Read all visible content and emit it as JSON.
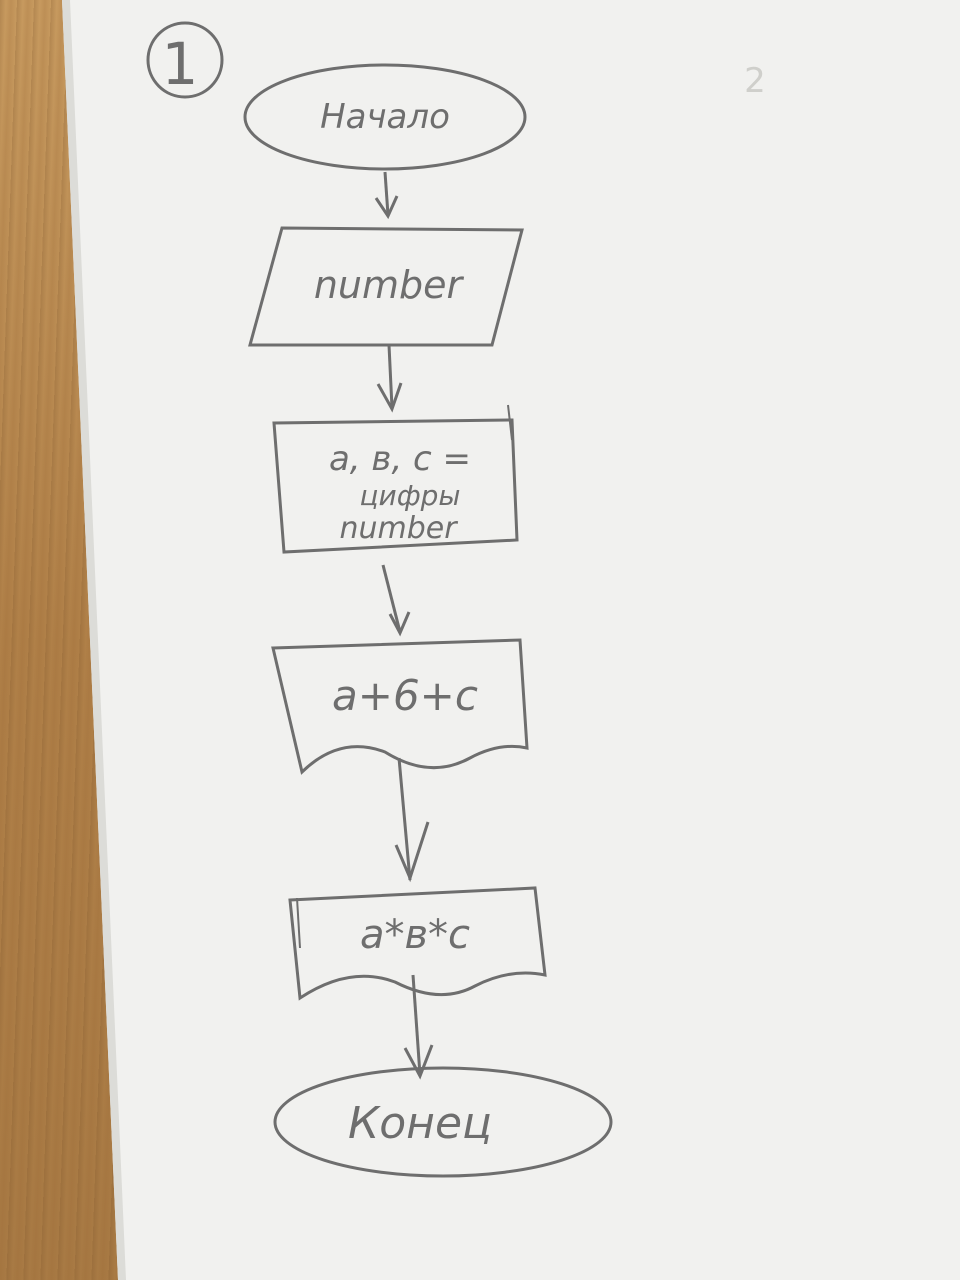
{
  "diagram": {
    "page_number": "1",
    "faint_page_number": "2",
    "nodes": {
      "start": "Начало",
      "input": "number",
      "process_line1": "a, в, c =",
      "process_line2": "цифры",
      "process_line3": "number",
      "output_sum": "a+6+c",
      "output_product": "a*в*c",
      "end": "Конец"
    }
  },
  "colors": {
    "paper": "#f1f1ef",
    "pencil": "#6e6e6e",
    "wood": "#b8894f"
  }
}
